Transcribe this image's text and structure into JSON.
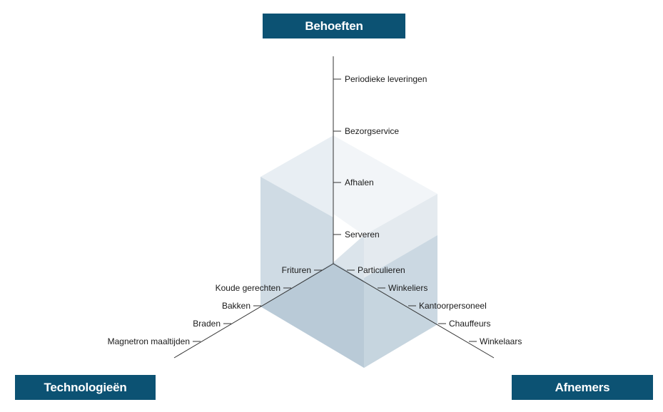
{
  "axes": {
    "top": {
      "title": "Behoeften",
      "items": [
        "Periodieke leveringen",
        "Bezorgservice",
        "Afhalen",
        "Serveren"
      ]
    },
    "left": {
      "title": "Technologieën",
      "items": [
        "Frituren",
        "Koude gerechten",
        "Bakken",
        "Braden",
        "Magnetron maaltijden"
      ]
    },
    "right": {
      "title": "Afnemers",
      "items": [
        "Particulieren",
        "Winkeliers",
        "Kantoorpersoneel",
        "Chauffeurs",
        "Winkelaars"
      ]
    }
  },
  "colors": {
    "box": "#0c5273",
    "axis_line": "#333333",
    "cube_top": "#eef2f5",
    "cube_left": "#cfdbe4",
    "cube_right": "#e4eaef",
    "cube_bottom": "#b9cad7",
    "cube_back_right": "#f2f5f8"
  }
}
